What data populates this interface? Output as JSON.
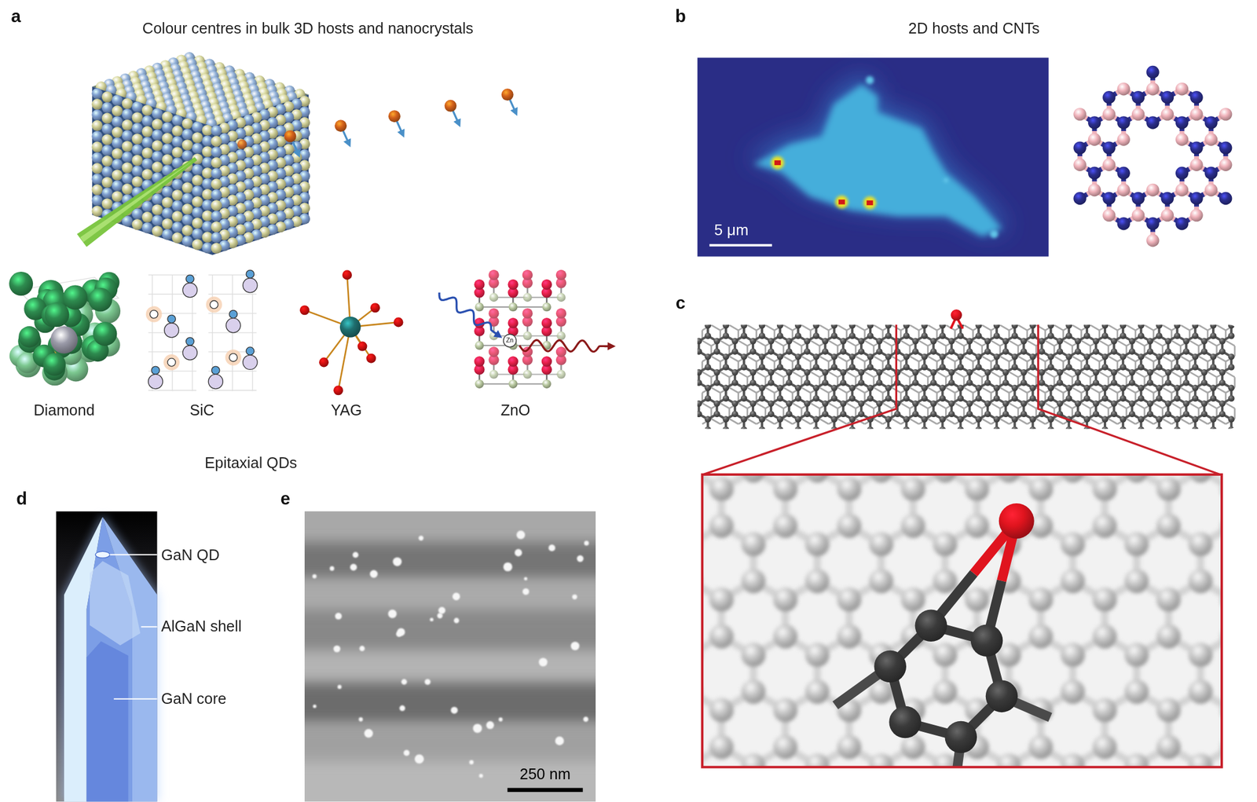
{
  "diagram": {
    "labels": [
      "a",
      "Colour centres in bulk 3D hosts and nanocrystals",
      "Diamond",
      "SiC",
      "YAG",
      "Zn",
      "ZnO",
      "b",
      "2D hosts and CNTs",
      "5 μm",
      "c",
      "Epitaxial QDs",
      "d",
      "GaN QD",
      "AlGaN shell",
      "GaN core",
      "e",
      "250 nm"
    ]
  }
}
